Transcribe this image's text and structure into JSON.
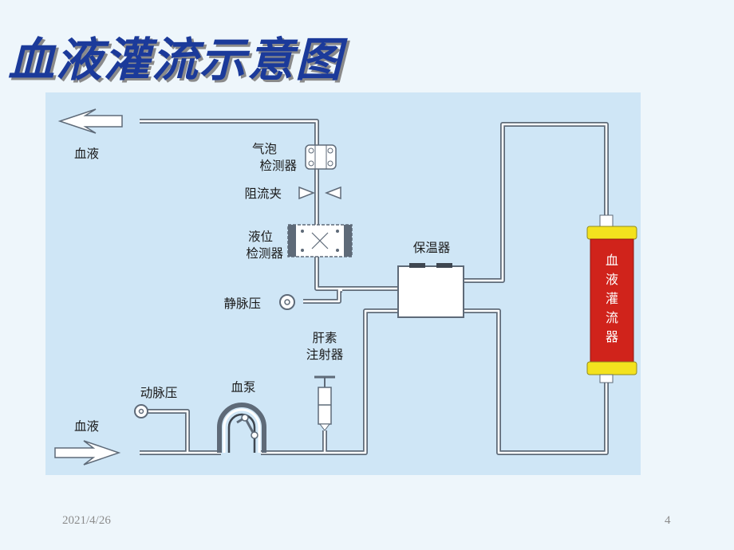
{
  "slide": {
    "title": "血液灌流示意图",
    "date": "2021/4/26",
    "page_number": "4"
  },
  "diagram": {
    "labels": {
      "blood_out": "血液",
      "blood_in": "血液",
      "bubble_detector": [
        "气泡",
        "检测器"
      ],
      "clamp": "阻流夹",
      "level_detector": [
        "液位",
        "检测器"
      ],
      "venous_pressure": "静脉压",
      "warmer": "保温器",
      "heparin_syringe": [
        "肝素",
        "注射器"
      ],
      "arterial_pressure": "动脉压",
      "blood_pump": "血泵",
      "perfusion_device": [
        "血",
        "液",
        "灌",
        "流",
        "器"
      ]
    },
    "colors": {
      "panel": "#cfe6f6",
      "tube_outline": "#5e6a78",
      "tube_fill": "#ffffff",
      "perfusion_red": "#d0231b",
      "cap_yellow": "#f3e21e"
    }
  }
}
